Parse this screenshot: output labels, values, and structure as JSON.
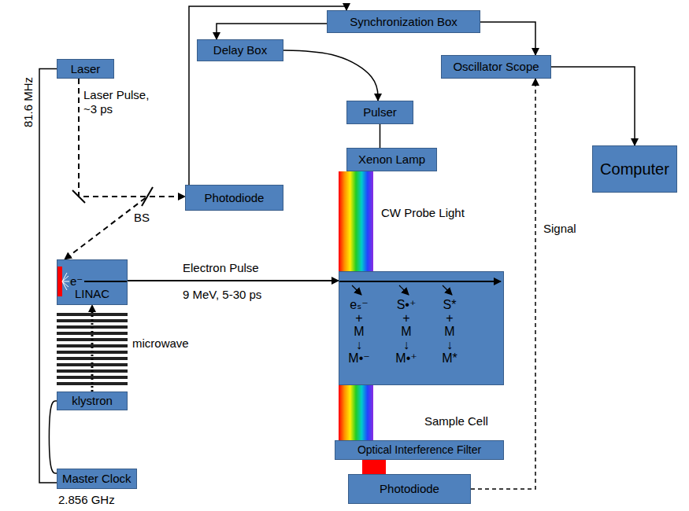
{
  "diagram": {
    "nodes": [
      {
        "text": [
          "Synchronization Box"
        ]
      },
      {
        "text": [
          "Delay Box"
        ]
      },
      {
        "text": [
          "Oscillator Scope"
        ]
      },
      {
        "text": [
          "Laser"
        ]
      },
      {
        "text": [
          "Pulser"
        ]
      },
      {
        "text": [
          "Xenon Lamp"
        ]
      },
      {
        "text": [
          "Photodiode"
        ]
      },
      {
        "text": [
          "Computer"
        ]
      },
      {
        "text": [
          "e⁻",
          "LINAC"
        ]
      },
      {
        "text": [
          "eₛ⁻ + M ↓ M•⁻",
          "S•⁺ + M ↓ M•⁺",
          "S* + M ↓ M*",
          "Sample Cell"
        ]
      },
      {
        "text": [
          "klystron"
        ]
      },
      {
        "text": [
          "Optical Interference Filter"
        ]
      },
      {
        "text": [
          "Photodiode"
        ]
      },
      {
        "text": [
          "Master Clock"
        ]
      }
    ],
    "edges": [
      {
        "from": 0,
        "to": 1,
        "arrow": "to"
      },
      {
        "from": 0,
        "to": 2,
        "arrow": "to"
      },
      {
        "from": 6,
        "to": 0,
        "arrow": "to"
      },
      {
        "from": 1,
        "to": 4,
        "arrow": "to"
      },
      {
        "from": 4,
        "to": 5,
        "arrow": "none"
      },
      {
        "from": 2,
        "to": 7,
        "arrow": "to"
      },
      {
        "from": 12,
        "to": 2,
        "label": "Signal",
        "arrow": "to"
      },
      {
        "from": 3,
        "to": 6,
        "arrow": "to"
      },
      {
        "from": 3,
        "to": 8,
        "arrow": "to"
      },
      {
        "from": 13,
        "to": 3,
        "label": "81.6 MHz",
        "arrow": "none"
      },
      {
        "from": 13,
        "to": 10,
        "arrow": "none"
      },
      {
        "from": 10,
        "to": 8,
        "arrow": "to"
      },
      {
        "from": 8,
        "to": 9,
        "arrow": "to"
      },
      {
        "from": 5,
        "to": 9,
        "arrow": "none"
      },
      {
        "from": 9,
        "to": 11,
        "arrow": "none"
      },
      {
        "from": 11,
        "to": 12,
        "arrow": "none"
      }
    ],
    "labels": [
      "Laser Pulse, ~3 ps",
      "BS",
      "microwave",
      "Electron Pulse",
      "9 MeV, 5-30 ps",
      "CW Probe Light",
      "2.856 GHz"
    ]
  }
}
